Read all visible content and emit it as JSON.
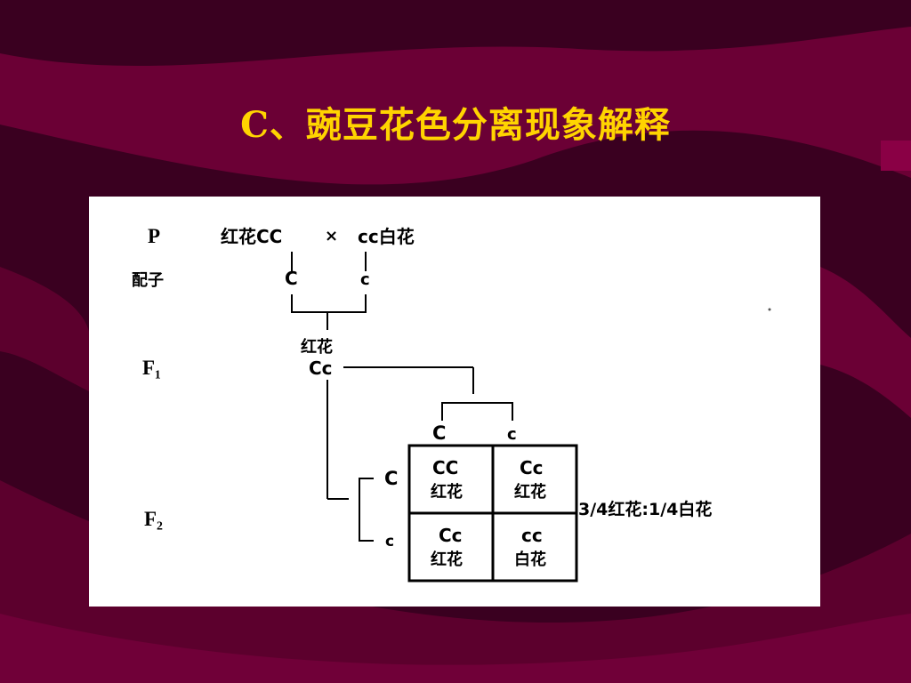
{
  "slide": {
    "title": "C、豌豆花色分离现象解释"
  },
  "diagram": {
    "row_labels": {
      "p": "P",
      "gamete": "配子",
      "f1": "F₁",
      "f2": "F₂"
    },
    "parents": {
      "left": "红花CC",
      "cross": "×",
      "right": "cc白花"
    },
    "gametes_p": {
      "left": "C",
      "right": "c"
    },
    "f1": {
      "phenotype": "红花",
      "genotype": "Cc"
    },
    "f1_gametes_top": {
      "left": "C",
      "right": "c"
    },
    "f1_gametes_side": {
      "top": "C",
      "bottom": "c"
    },
    "punnett": [
      {
        "genotype": "CC",
        "phenotype": "红花"
      },
      {
        "genotype": "Cc",
        "phenotype": "红花"
      },
      {
        "genotype": "Cc",
        "phenotype": "红花"
      },
      {
        "genotype": "cc",
        "phenotype": "白花"
      }
    ],
    "ratio": "3/4红花:1/4白花"
  },
  "colors": {
    "background": "#3a0020",
    "accent_wave": "#6b0035",
    "title": "#ffd400"
  }
}
